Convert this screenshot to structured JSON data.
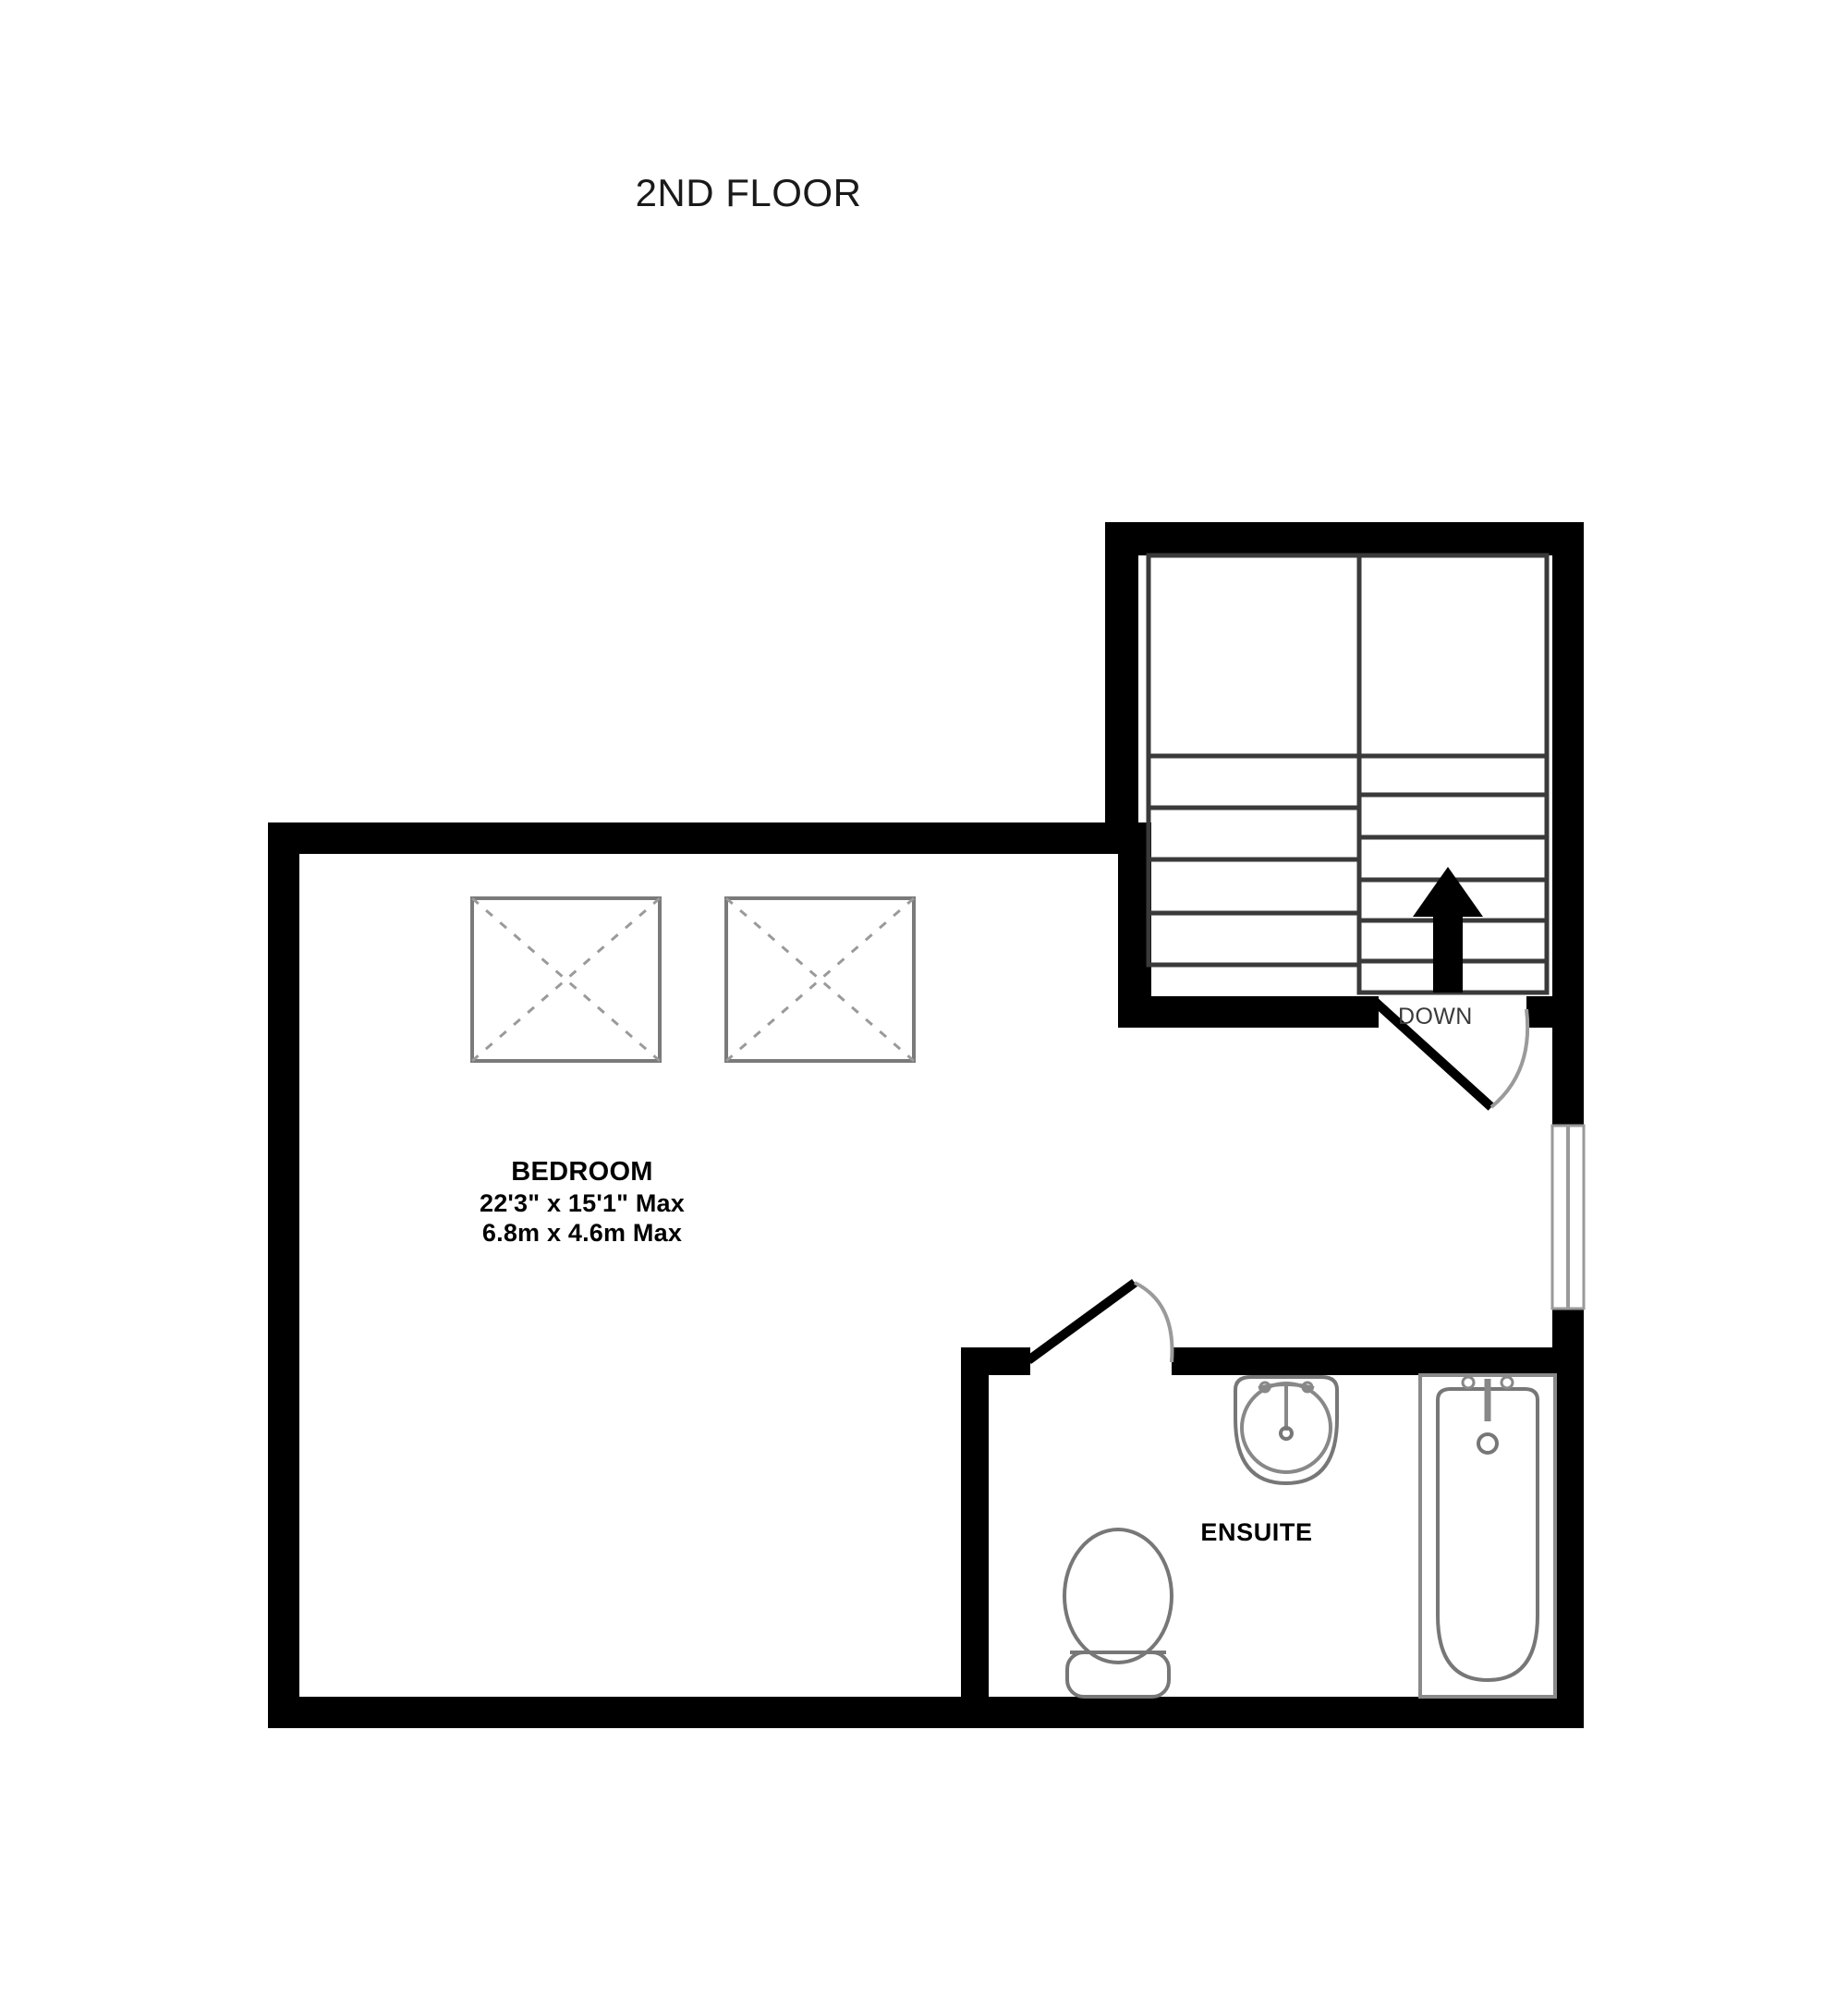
{
  "page": {
    "title": "2ND FLOOR",
    "background_color": "#ffffff",
    "wall_color": "#000000",
    "fixture_line_color": "#555555"
  },
  "rooms": [
    {
      "id": "bedroom",
      "name": "BEDROOM",
      "dimensions_imperial": "22'3\"  x 15'1\" Max",
      "dimensions_metric": "6.8m  x 4.6m Max"
    },
    {
      "id": "ensuite",
      "name": "ENSUITE",
      "dimensions_imperial": "",
      "dimensions_metric": ""
    }
  ],
  "annotations": {
    "stairs_direction": "DOWN"
  },
  "fixtures": [
    {
      "id": "skylight-left",
      "type": "skylight"
    },
    {
      "id": "skylight-right",
      "type": "skylight"
    },
    {
      "id": "wash-basin",
      "type": "sink"
    },
    {
      "id": "bathtub",
      "type": "bath"
    },
    {
      "id": "toilet",
      "type": "wc"
    },
    {
      "id": "staircase",
      "type": "stairs"
    },
    {
      "id": "window-right",
      "type": "window"
    },
    {
      "id": "door-bedroom",
      "type": "door"
    },
    {
      "id": "door-ensuite",
      "type": "door"
    }
  ]
}
